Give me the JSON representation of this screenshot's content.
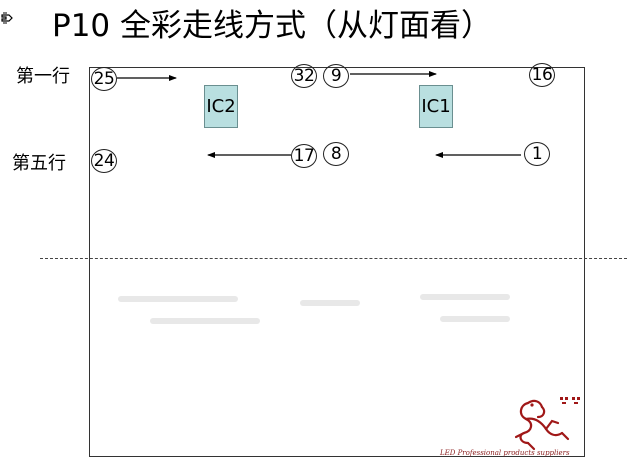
{
  "title": "P10 全彩走线方式（从灯面看）",
  "rows": {
    "row1_label": "第一行",
    "row5_label": "第五行"
  },
  "nodes": {
    "n25": "25",
    "n32": "32",
    "n9": "9",
    "n16": "16",
    "n24": "24",
    "n17": "17",
    "n8": "8",
    "n1": "1"
  },
  "chips": {
    "ic2": "IC2",
    "ic1": "IC1"
  },
  "logo": {
    "icon": "dragon-logo-icon",
    "text": "LED Professional products suppliers",
    "color": "#a01818"
  },
  "colors": {
    "chip_fill": "#b9dfe0",
    "line": "#000000"
  }
}
